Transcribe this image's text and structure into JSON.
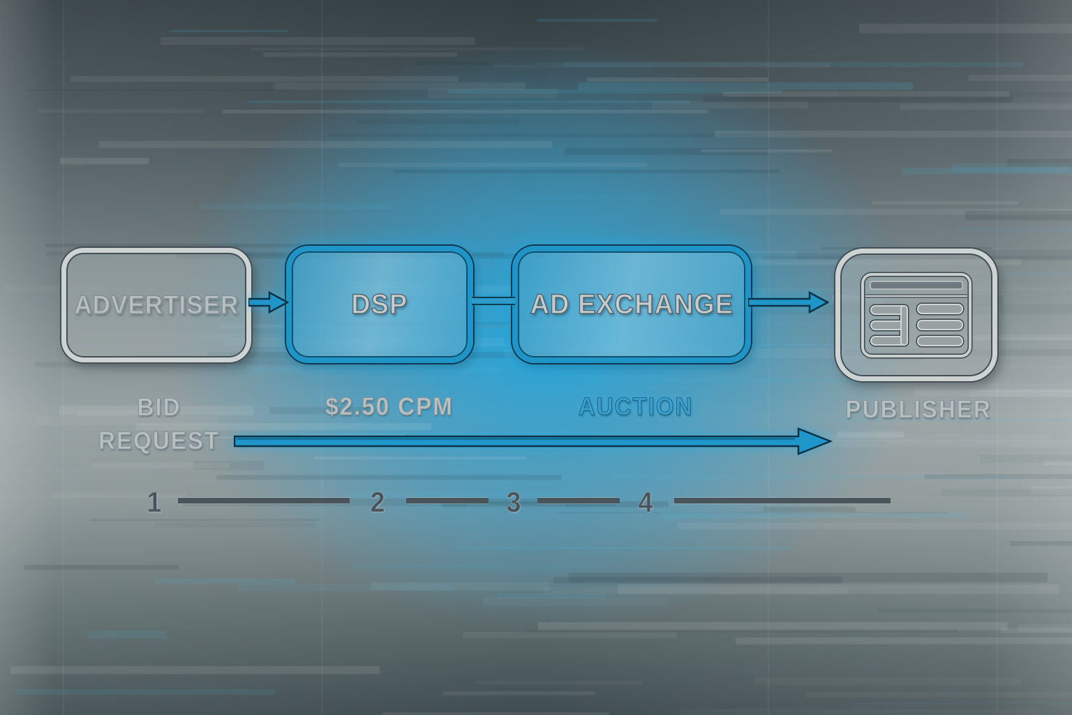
{
  "flow": {
    "nodes": [
      {
        "id": "advertiser",
        "label": "ADVERTISER"
      },
      {
        "id": "dsp",
        "label": "DSP"
      },
      {
        "id": "ad_exchange",
        "label": "AD EXCHANGE"
      },
      {
        "id": "publisher",
        "icon": "browser-window-icon"
      }
    ]
  },
  "captions": {
    "bid_request_line1": "BID",
    "bid_request_line2": "REQUEST",
    "cpm": "$2.50 CPM",
    "auction": "AUCTION",
    "publisher": "PUBLISHER"
  },
  "timeline": {
    "steps": [
      "1",
      "2",
      "3",
      "4"
    ]
  },
  "colors": {
    "accent_blue": "#1e96c9",
    "frame_gray": "#cdd3d3",
    "timeline_dark": "#49545b",
    "outline_dark": "#113850"
  }
}
